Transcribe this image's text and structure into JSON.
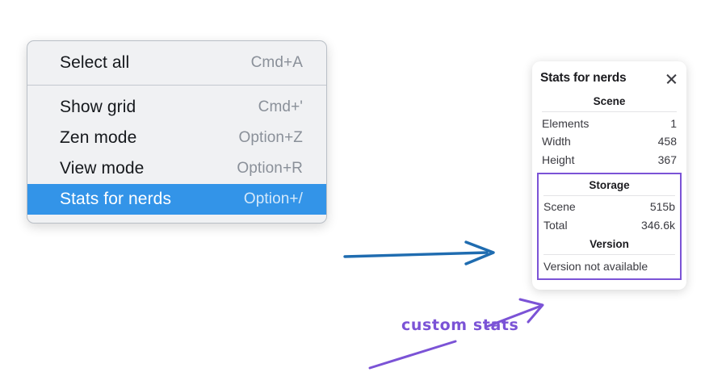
{
  "context_menu": {
    "groups": [
      {
        "items": [
          {
            "label": "Select all",
            "shortcut": "Cmd+A",
            "selected": false
          }
        ]
      },
      {
        "items": [
          {
            "label": "Show grid",
            "shortcut": "Cmd+'",
            "selected": false
          },
          {
            "label": "Zen mode",
            "shortcut": "Option+Z",
            "selected": false
          },
          {
            "label": "View mode",
            "shortcut": "Option+R",
            "selected": false
          },
          {
            "label": "Stats for nerds",
            "shortcut": "Option+/",
            "selected": true
          }
        ]
      }
    ],
    "selected_bg": "#3394e8"
  },
  "stats_panel": {
    "title": "Stats for nerds",
    "close_icon": "close-icon",
    "scene": {
      "heading": "Scene",
      "rows": [
        {
          "label": "Elements",
          "value": "1"
        },
        {
          "label": "Width",
          "value": "458"
        },
        {
          "label": "Height",
          "value": "367"
        }
      ]
    },
    "storage": {
      "heading": "Storage",
      "rows": [
        {
          "label": "Scene",
          "value": "515b"
        },
        {
          "label": "Total",
          "value": "346.6k"
        }
      ]
    },
    "version": {
      "heading": "Version",
      "text": "Version not available"
    },
    "highlight_color": "#7b53d6"
  },
  "annotations": {
    "text": "custom stats",
    "text_color": "#7b53d6",
    "blue_arrow_color": "#1f6cb0"
  }
}
